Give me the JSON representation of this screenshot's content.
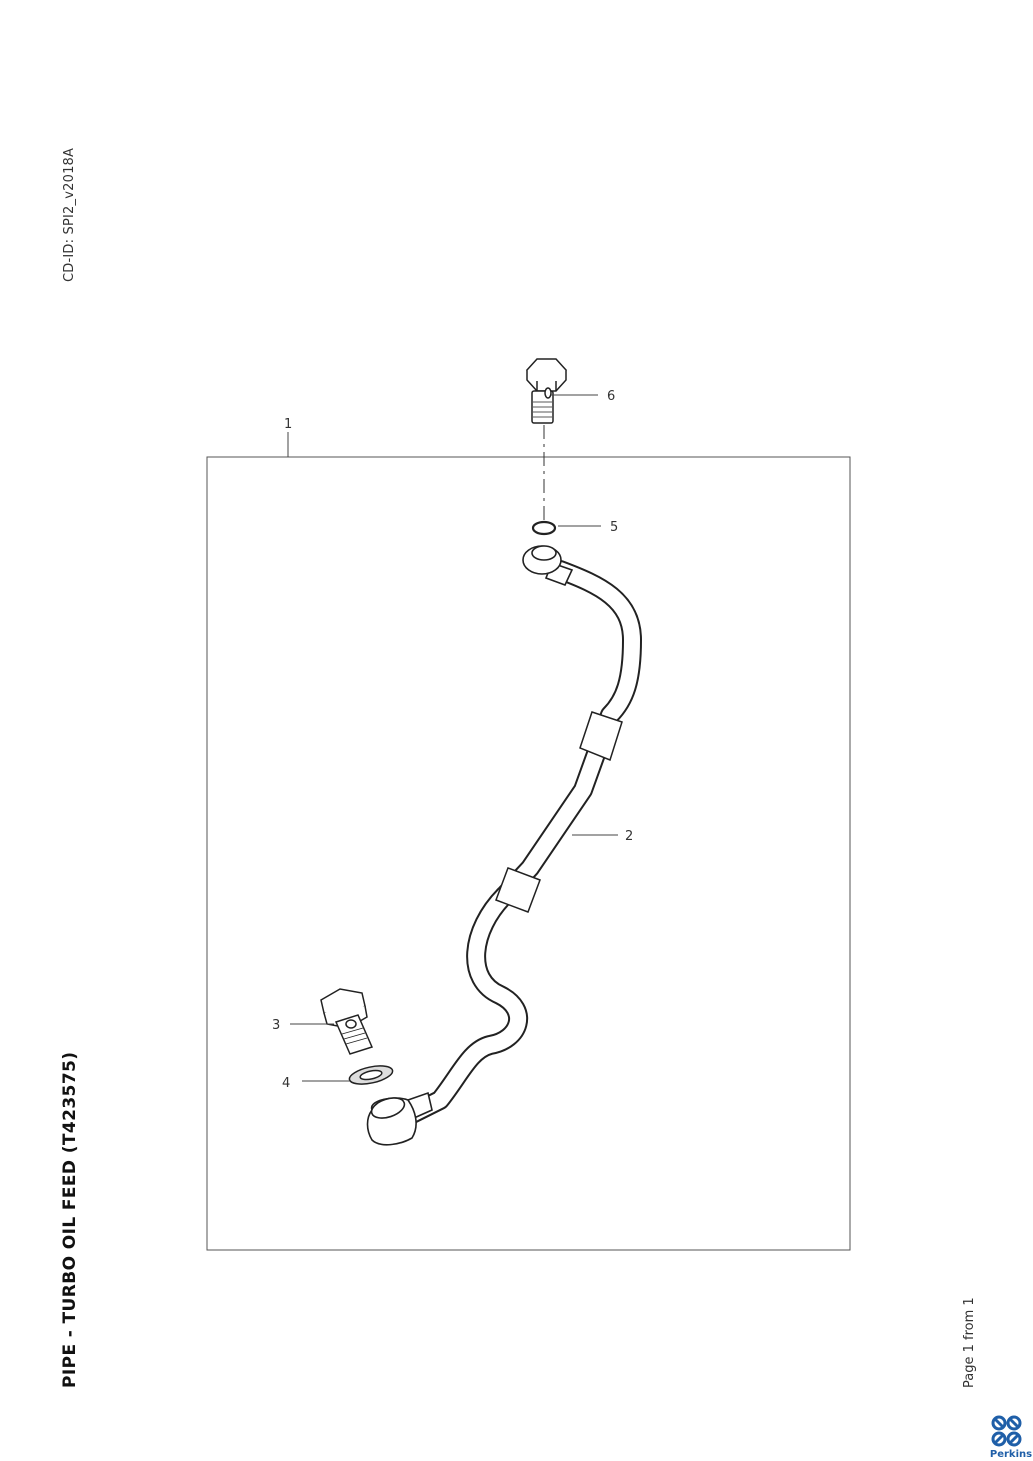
{
  "header": {
    "cd_id": "CD-ID: SPI2_v2018A"
  },
  "document": {
    "title": "PIPE - TURBO OIL FEED (T423575)"
  },
  "footer": {
    "page": "Page 1 from 1",
    "brand": "Perkins"
  },
  "callouts": [
    {
      "label": "1",
      "part": "pipe assembly frame"
    },
    {
      "label": "2",
      "part": "pipe"
    },
    {
      "label": "3",
      "part": "banjo bolt"
    },
    {
      "label": "4",
      "part": "sealing washer"
    },
    {
      "label": "5",
      "part": "o-ring"
    },
    {
      "label": "6",
      "part": "banjo bolt"
    }
  ],
  "colors": {
    "brand_blue": "#1f5fa8",
    "line": "#222222"
  }
}
